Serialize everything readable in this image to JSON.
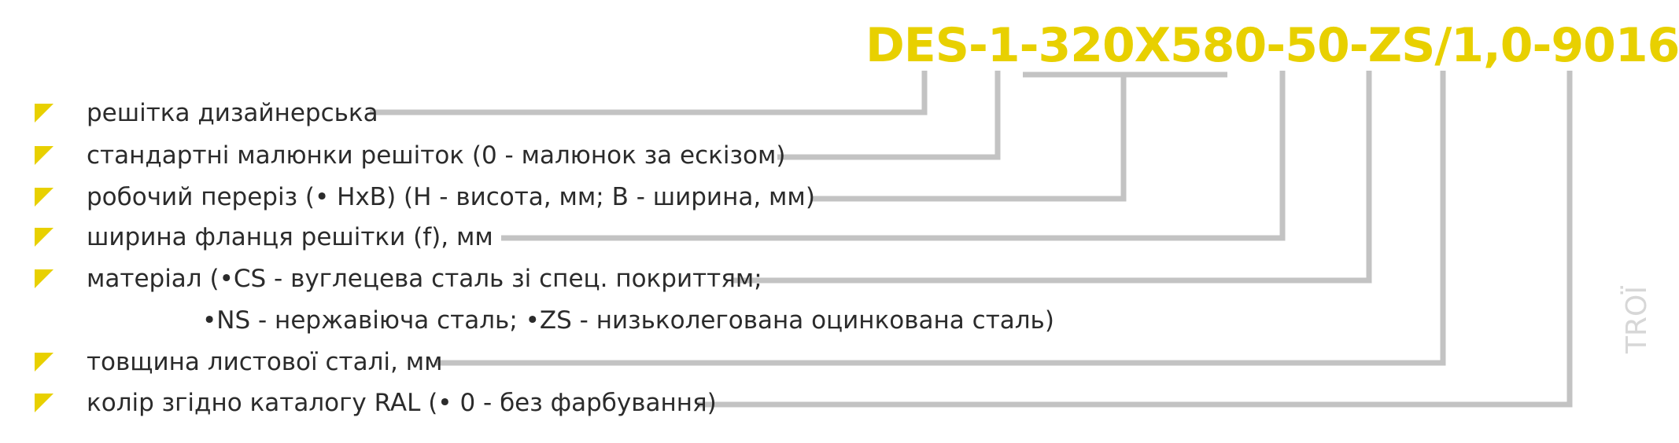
{
  "code": "DES-1-320X580-50-ZS/1,0-9016",
  "legend": [
    {
      "label": "решітка дизайнерська"
    },
    {
      "label": "стандартні малюнки решіток  (0 - малюнок за ескізом)"
    },
    {
      "label": "робочий переріз (• HxB) (H - висота, мм; B - ширина, мм)"
    },
    {
      "label": "ширина фланця решітки (f), мм"
    },
    {
      "label": "матеріал (•CS - вуглецева сталь зі спец. покриттям;",
      "continuation": "•NS - нержавіюча сталь; •ZS - низьколегована оцинкована сталь)"
    },
    {
      "label": "товщина листової сталі, мм"
    },
    {
      "label": "колір згідно каталогу RAL (• 0 - без фарбування)"
    }
  ],
  "watermark": "TROЇ",
  "colors": {
    "accent": "#e8d000",
    "line": "#c3c3c3",
    "text": "#2b2b2b"
  }
}
